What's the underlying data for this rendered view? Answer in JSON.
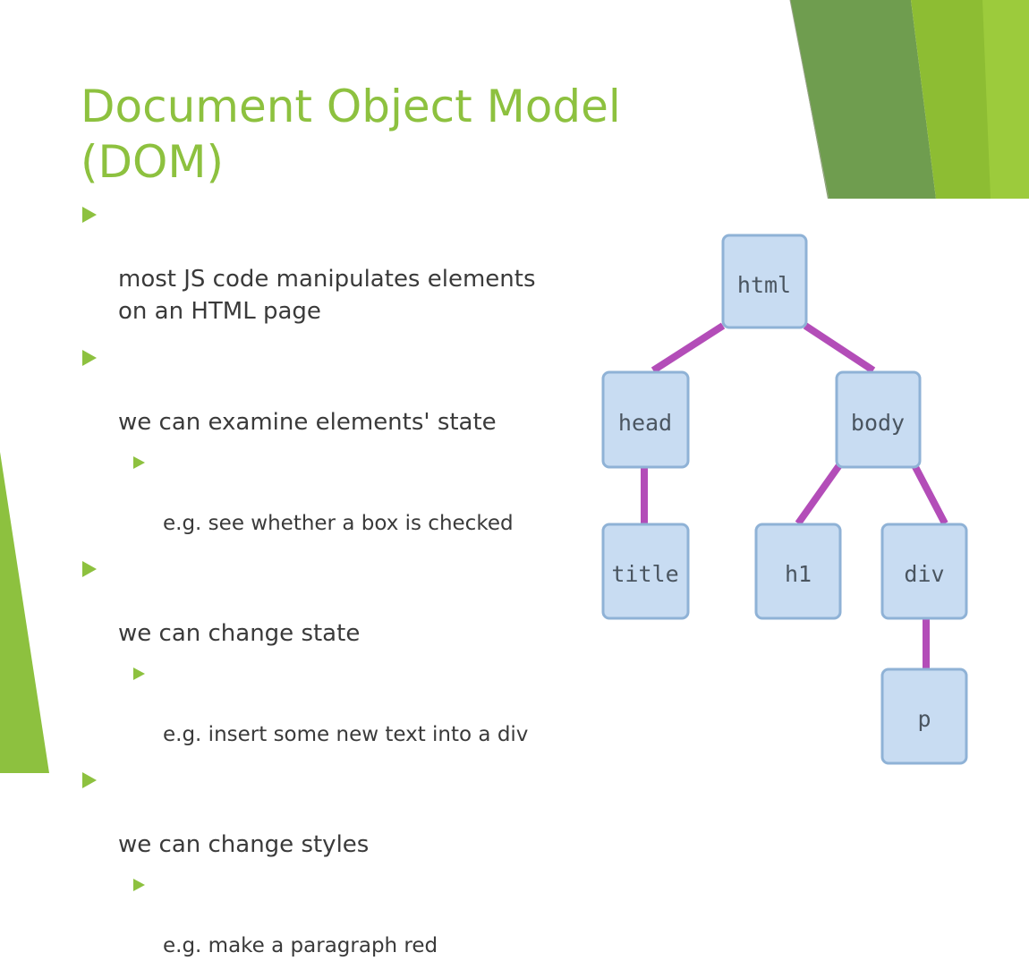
{
  "colors": {
    "accent": "#8dc13f",
    "accent_dark": "#6f9d4f",
    "edge": "#b34db8",
    "node_fill": "#c8dcf2",
    "node_border": "#8fb2d6"
  },
  "slide": {
    "title": "Document Object Model\n(DOM)",
    "bullets": [
      {
        "level": 1,
        "text": "most JS code manipulates elements\non an HTML page"
      },
      {
        "level": 1,
        "text": "we can examine elements' state"
      },
      {
        "level": 2,
        "text": "e.g. see whether a box is checked"
      },
      {
        "level": 1,
        "text": "we can change state"
      },
      {
        "level": 2,
        "text": "e.g. insert some new text into a div"
      },
      {
        "level": 1,
        "text": "we can change styles"
      },
      {
        "level": 2,
        "text": "e.g. make a paragraph red"
      }
    ]
  },
  "tree": {
    "nodes": [
      "html",
      "head",
      "body",
      "title",
      "h1",
      "div",
      "p"
    ],
    "edges": [
      [
        "html",
        "head"
      ],
      [
        "html",
        "body"
      ],
      [
        "head",
        "title"
      ],
      [
        "body",
        "h1"
      ],
      [
        "body",
        "div"
      ],
      [
        "div",
        "p"
      ]
    ]
  }
}
